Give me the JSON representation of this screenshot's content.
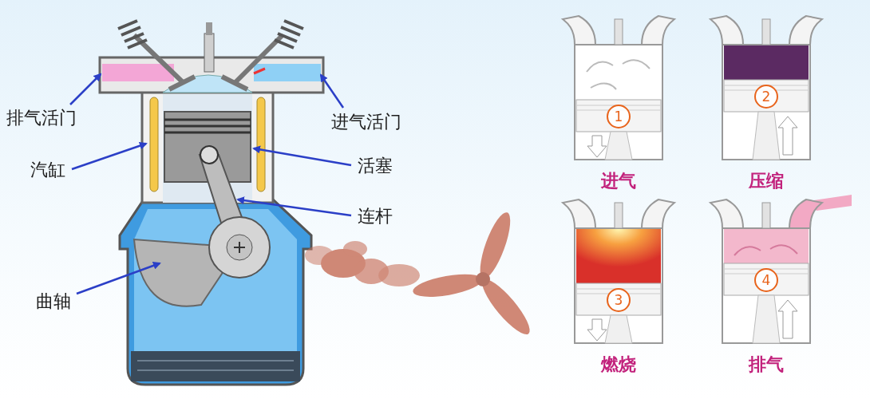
{
  "diagram": {
    "nodes": [
      {
        "text": [
          "1",
          "进气"
        ]
      },
      {
        "text": [
          "2",
          "压缩"
        ]
      },
      {
        "text": [
          "3",
          "燃烧"
        ]
      },
      {
        "text": [
          "4",
          "排气"
        ]
      }
    ],
    "labels": [
      "排气活门",
      "汽缸",
      "曲轴",
      "进气活门",
      "活塞",
      "连杆"
    ]
  }
}
